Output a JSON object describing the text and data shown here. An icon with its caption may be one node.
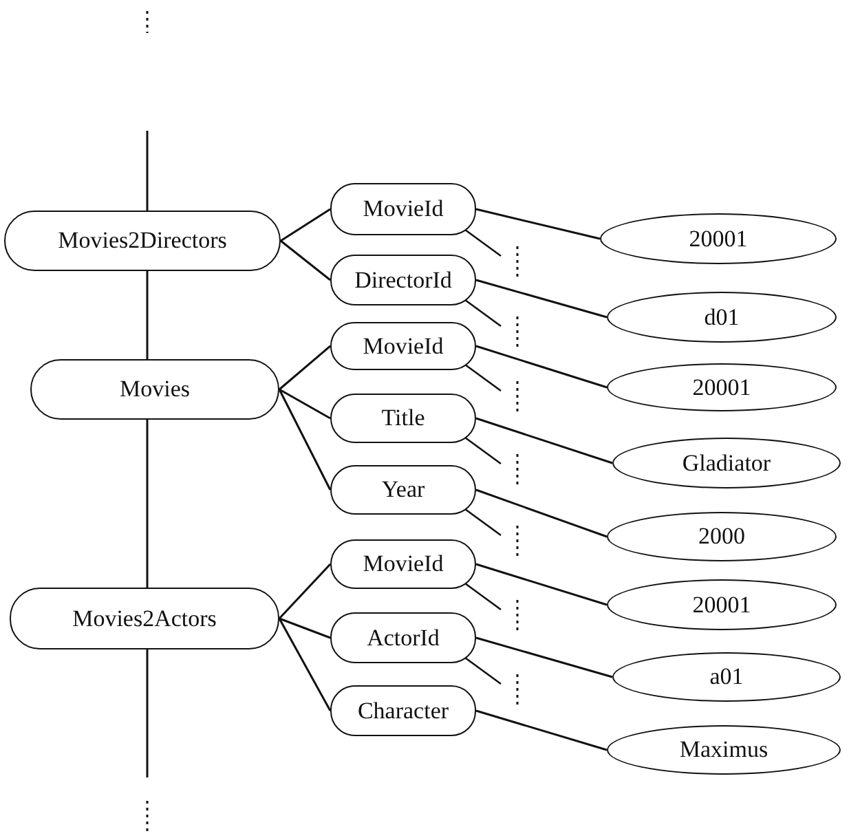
{
  "diagram": {
    "nodes": [
      {
        "text": [
          "Movies2Directors"
        ]
      },
      {
        "text": [
          "MovieId"
        ]
      },
      {
        "text": [
          "20001"
        ]
      },
      {
        "text": [
          "DirectorId"
        ]
      },
      {
        "text": [
          "d01"
        ]
      },
      {
        "text": [
          "Movies"
        ]
      },
      {
        "text": [
          "MovieId"
        ]
      },
      {
        "text": [
          "20001"
        ]
      },
      {
        "text": [
          "Title"
        ]
      },
      {
        "text": [
          "Gladiator"
        ]
      },
      {
        "text": [
          "Year"
        ]
      },
      {
        "text": [
          "2000"
        ]
      },
      {
        "text": [
          "Movies2Actors"
        ]
      },
      {
        "text": [
          "MovieId"
        ]
      },
      {
        "text": [
          "20001"
        ]
      },
      {
        "text": [
          "ActorId"
        ]
      },
      {
        "text": [
          "a01"
        ]
      },
      {
        "text": [
          "Character"
        ]
      },
      {
        "text": [
          "Maximus"
        ]
      }
    ],
    "edges": [
      {
        "from": null,
        "to": 0,
        "arrow": "none"
      },
      {
        "from": 0,
        "to": 5,
        "arrow": "none"
      },
      {
        "from": 5,
        "to": 12,
        "arrow": "none"
      },
      {
        "from": 12,
        "to": null,
        "arrow": "none"
      },
      {
        "from": 0,
        "to": 1,
        "arrow": "none"
      },
      {
        "from": 1,
        "to": 2,
        "arrow": "none"
      },
      {
        "from": 0,
        "to": 3,
        "arrow": "none"
      },
      {
        "from": 3,
        "to": 4,
        "arrow": "none"
      },
      {
        "from": 5,
        "to": 6,
        "arrow": "none"
      },
      {
        "from": 6,
        "to": 7,
        "arrow": "none"
      },
      {
        "from": 5,
        "to": 8,
        "arrow": "none"
      },
      {
        "from": 8,
        "to": 9,
        "arrow": "none"
      },
      {
        "from": 5,
        "to": 10,
        "arrow": "none"
      },
      {
        "from": 10,
        "to": 11,
        "arrow": "none"
      },
      {
        "from": 12,
        "to": 13,
        "arrow": "none"
      },
      {
        "from": 13,
        "to": 14,
        "arrow": "none"
      },
      {
        "from": 12,
        "to": 15,
        "arrow": "none"
      },
      {
        "from": 15,
        "to": 16,
        "arrow": "none"
      },
      {
        "from": 12,
        "to": 17,
        "arrow": "none"
      },
      {
        "from": 17,
        "to": 18,
        "arrow": "none"
      }
    ]
  }
}
